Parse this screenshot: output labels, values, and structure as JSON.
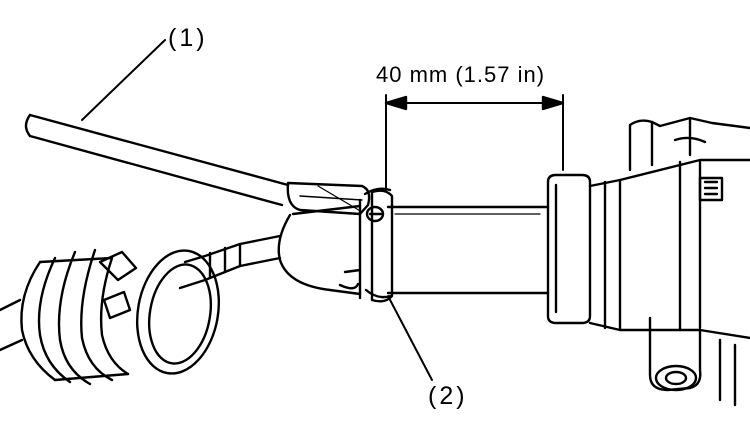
{
  "diagram": {
    "callouts": {
      "tool": "(1)",
      "band": "(2)"
    },
    "dimension": {
      "text": "40 mm (1.57 in)"
    },
    "colors": {
      "ink": "#000000",
      "paper": "#ffffff"
    }
  }
}
